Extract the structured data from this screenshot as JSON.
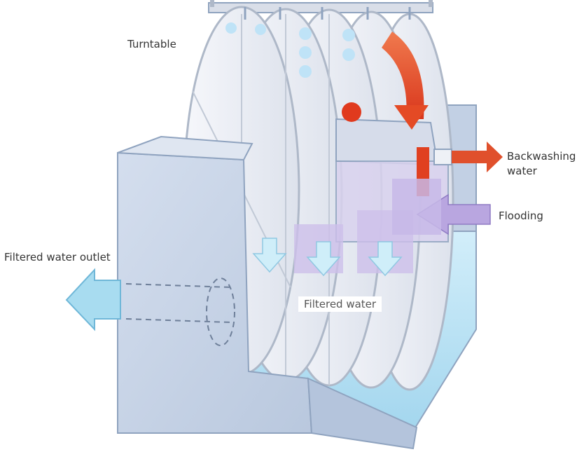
{
  "labels": {
    "turntable": "Turntable",
    "backwashing_water": "Backwashing water",
    "flooding": "Flooding",
    "filtered_water_outlet": "Filtered water outlet",
    "filtered_water": "Filtered water"
  },
  "colors": {
    "tank_body": "#c8d5e8",
    "tank_side": "#b4c4dc",
    "tank_outline": "#8fa3bf",
    "water": "#b7e0f2",
    "disc_face": "#edf0f6",
    "disc_rim": "#aeb8c8",
    "flooding_flow": "#b9a6e0",
    "backwash_flow": "#e0502c",
    "outlet_arrow": "#a8dcf0"
  },
  "icons": {
    "backwash_arrow": "arrow-right-icon",
    "flooding_arrow": "arrow-left-icon",
    "outlet_arrow": "arrow-left-icon",
    "filtered_flow_arrows": "arrow-down-icon"
  }
}
